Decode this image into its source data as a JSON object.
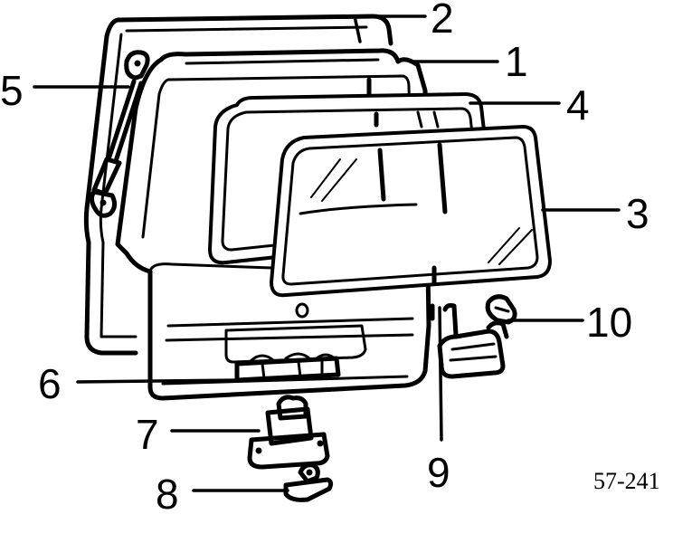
{
  "diagram": {
    "callouts": [
      {
        "id": "1",
        "text": "1"
      },
      {
        "id": "2",
        "text": "2"
      },
      {
        "id": "3",
        "text": "3"
      },
      {
        "id": "4",
        "text": "4"
      },
      {
        "id": "5",
        "text": "5"
      },
      {
        "id": "6",
        "text": "6"
      },
      {
        "id": "7",
        "text": "7"
      },
      {
        "id": "8",
        "text": "8"
      },
      {
        "id": "9",
        "text": "9"
      },
      {
        "id": "10",
        "text": "10"
      }
    ],
    "figure_code": "57-241"
  }
}
